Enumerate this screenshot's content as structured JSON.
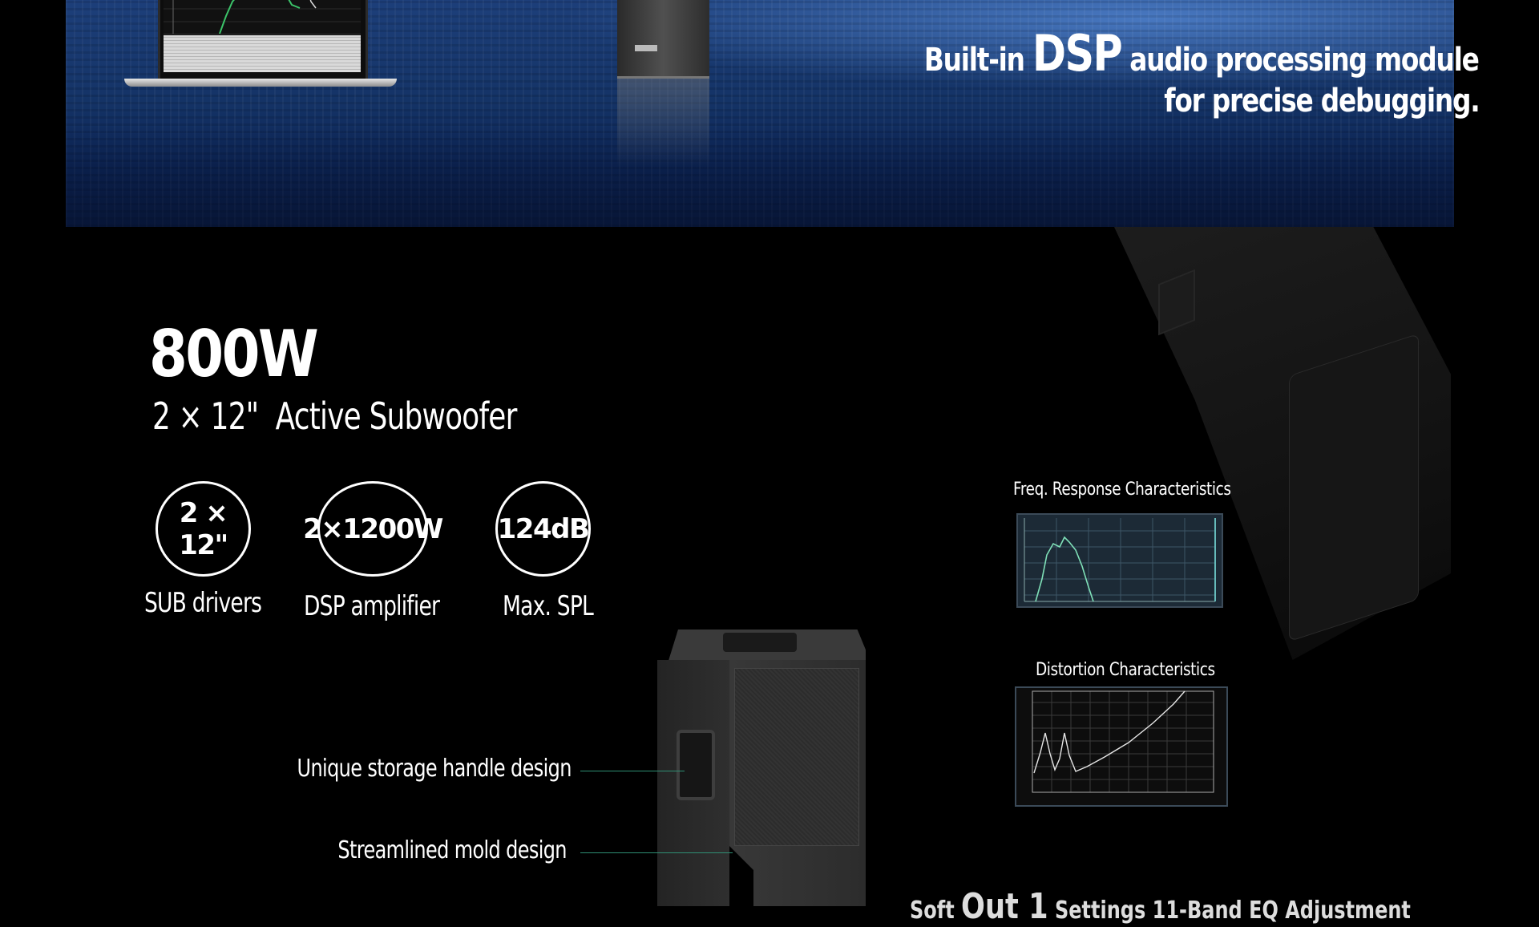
{
  "banner": {
    "headline_prefix": "Built-in",
    "headline_emphasis": "DSP",
    "headline_suffix": "audio processing module",
    "headline_line2": "for precise debugging."
  },
  "product": {
    "power": "800W",
    "subtitle": "2 × 12\"  Active Subwoofer"
  },
  "specs": [
    {
      "value": "2 × 12\"",
      "label": "SUB drivers"
    },
    {
      "value": "2×1200W",
      "label": "DSP amplifier"
    },
    {
      "value": "124dB",
      "label": "Max. SPL"
    }
  ],
  "callouts": [
    {
      "text": "Unique storage handle design"
    },
    {
      "text": "Streamlined mold design"
    }
  ],
  "charts": {
    "freq_title": "Freq. Response Characteristics",
    "distortion_title": "Distortion Characteristics"
  },
  "bottom_hint": {
    "prefix": "Soft",
    "big": "Out 1",
    "suffix": "Settings 11-Band EQ Adjustment"
  },
  "colors": {
    "banner_blue": "#143366",
    "leader_green": "#2f8f74",
    "curve_green": "#7fe0b8"
  }
}
